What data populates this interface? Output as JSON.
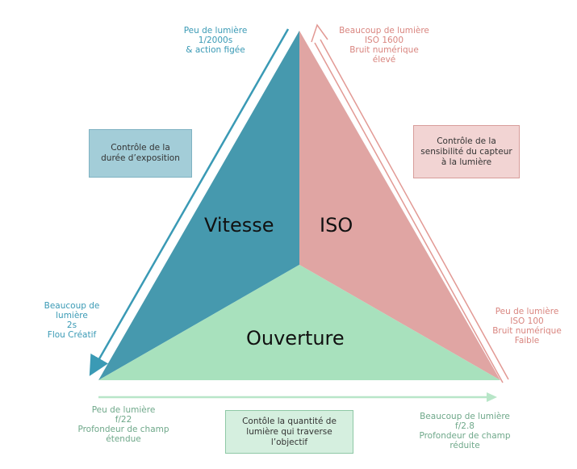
{
  "sectors": {
    "speed": "Vitesse",
    "iso": "ISO",
    "aperture": "Ouverture"
  },
  "boxes": {
    "speed": "Contrôle de la\ndurée d’exposition",
    "iso": "Contrôle de la\nsensibilité du capteur\nà la lumière",
    "aperture": "Contôle la quantité de\nlumière qui traverse\nl’objectif"
  },
  "labels": {
    "speed_top": "Peu de lumière\n1/2000s\n& action figée",
    "speed_bottom": "Beaucoup de\nlumière\n2s\nFlou Créatif",
    "iso_top": "Beaucoup de lumière\nISO 1600\nBruit numérique\nélevé",
    "iso_bottom": "Peu de lumière\nISO 100\nBruit numérique\nFaible",
    "aperture_left": "Peu de lumière\nf/22\nProfondeur de champ\nétendue",
    "aperture_right": "Beaucoup de lumière\nf/2.8\nProfondeur de champ\nréduite"
  },
  "colors": {
    "speed_fill": "#4699ae",
    "iso_fill": "#e0a5a3",
    "aperture_fill": "#a8e1bd",
    "speed_arrow": "#3a9ab5",
    "iso_arrow": "#e29994",
    "aperture_arrow": "#b8e6c8"
  }
}
